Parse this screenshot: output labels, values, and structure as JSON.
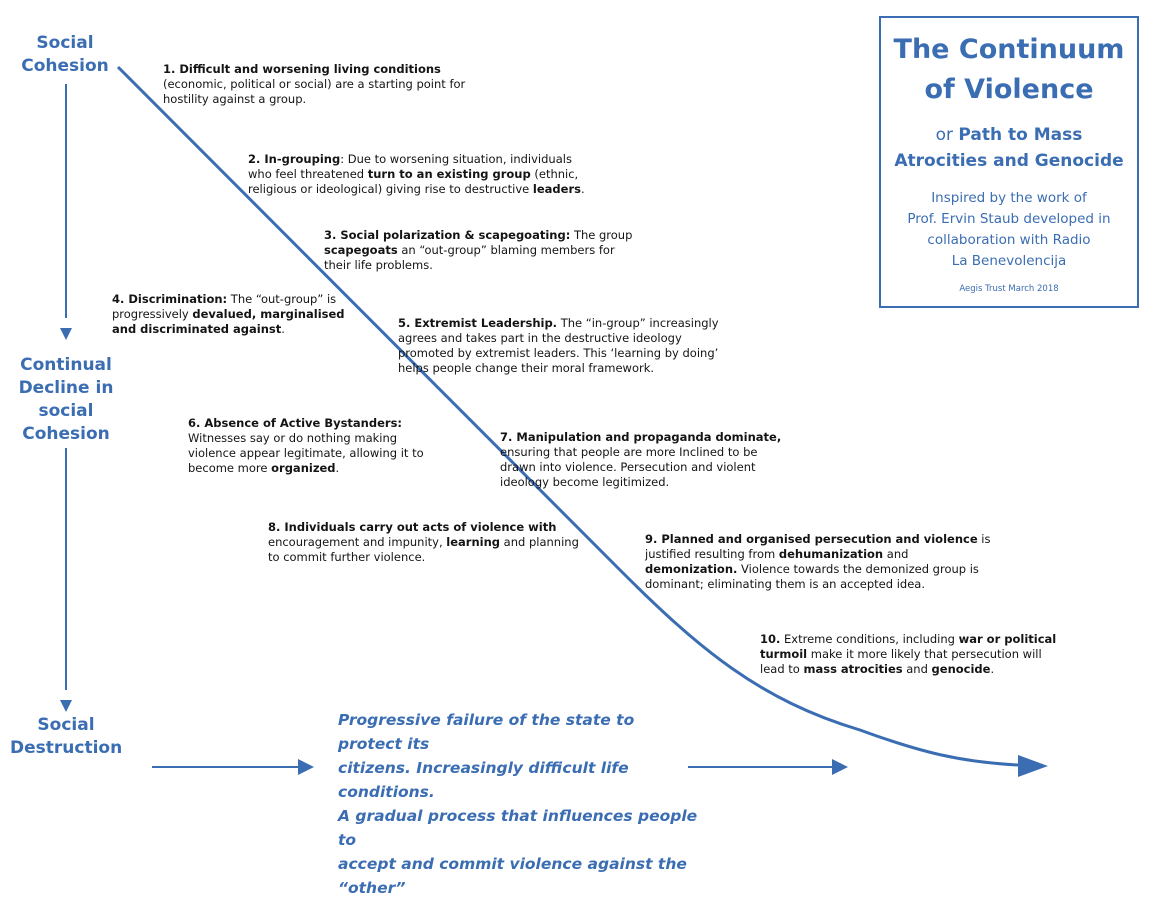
{
  "axis": {
    "top": [
      "Social",
      "Cohesion"
    ],
    "middle": [
      "Continual",
      "Decline in",
      "social",
      "Cohesion"
    ],
    "bottom": [
      "Social",
      "Destruction"
    ]
  },
  "title_box": {
    "title_line1": "The Continuum",
    "title_line2": "of Violence",
    "or": "or",
    "subtitle_line1": "Path to Mass",
    "subtitle_line2": "Atrocities and Genocide",
    "inspired_lines": [
      "Inspired by the work of",
      "Prof. Ervin Staub developed in",
      "collaboration with Radio",
      "La Benevolencija"
    ],
    "credit": "Aegis Trust March 2018"
  },
  "steps": [
    {
      "lines": [
        [
          [
            "1. Difficult and worsening living conditions",
            true
          ]
        ],
        [
          [
            "(economic, political or social) are a starting point for",
            false
          ]
        ],
        [
          [
            "hostility against a group.",
            false
          ]
        ]
      ]
    },
    {
      "lines": [
        [
          [
            "2. In-grouping",
            true
          ],
          [
            ": Due to worsening situation, individuals",
            false
          ]
        ],
        [
          [
            "who feel threatened ",
            false
          ],
          [
            "turn to an existing group",
            true
          ],
          [
            " (ethnic,",
            false
          ]
        ],
        [
          [
            "religious or ideological) giving rise to destructive ",
            false
          ],
          [
            "leaders",
            true
          ],
          [
            ".",
            false
          ]
        ]
      ]
    },
    {
      "lines": [
        [
          [
            "3. Social polarization & scapegoating:",
            true
          ],
          [
            " The group",
            false
          ]
        ],
        [
          [
            "scapegoats",
            true
          ],
          [
            " an “out-group” blaming members for",
            false
          ]
        ],
        [
          [
            "their life problems.",
            false
          ]
        ]
      ]
    },
    {
      "lines": [
        [
          [
            "4. Discrimination:",
            true
          ],
          [
            " The “out-group” is",
            false
          ]
        ],
        [
          [
            "progressively ",
            false
          ],
          [
            "devalued, marginalised",
            true
          ]
        ],
        [
          [
            "and discriminated against",
            true
          ],
          [
            ".",
            false
          ]
        ]
      ]
    },
    {
      "lines": [
        [
          [
            "5. Extremist Leadership.",
            true
          ],
          [
            " The “in-group” increasingly",
            false
          ]
        ],
        [
          [
            "agrees and takes part in the destructive ideology",
            false
          ]
        ],
        [
          [
            "promoted by extremist leaders. This ‘learning by doing’",
            false
          ]
        ],
        [
          [
            "helps people change their moral framework.",
            false
          ]
        ]
      ]
    },
    {
      "lines": [
        [
          [
            "6. Absence of Active Bystanders:",
            true
          ]
        ],
        [
          [
            "Witnesses say or do nothing making",
            false
          ]
        ],
        [
          [
            "violence appear legitimate, allowing it to",
            false
          ]
        ],
        [
          [
            "become more ",
            false
          ],
          [
            "organized",
            true
          ],
          [
            ".",
            false
          ]
        ]
      ]
    },
    {
      "lines": [
        [
          [
            "7. Manipulation and propaganda dominate,",
            true
          ]
        ],
        [
          [
            "ensuring that people are more Inclined to be",
            false
          ]
        ],
        [
          [
            "drawn into violence. Persecution and violent",
            false
          ]
        ],
        [
          [
            "ideology become legitimized.",
            false
          ]
        ]
      ]
    },
    {
      "lines": [
        [
          [
            "8. Individuals carry out acts of violence with",
            true
          ]
        ],
        [
          [
            "encouragement and impunity, ",
            false
          ],
          [
            "learning",
            true
          ],
          [
            " and planning",
            false
          ]
        ],
        [
          [
            "to commit further violence.",
            false
          ]
        ]
      ]
    },
    {
      "lines": [
        [
          [
            "9. Planned and organised persecution and violence",
            true
          ],
          [
            " is",
            false
          ]
        ],
        [
          [
            "justified resulting from ",
            false
          ],
          [
            "dehumanization",
            true
          ],
          [
            " and",
            false
          ]
        ],
        [
          [
            "demonization.",
            true
          ],
          [
            " Violence towards the demonized group is",
            false
          ]
        ],
        [
          [
            "dominant; eliminating them is an accepted idea.",
            false
          ]
        ]
      ]
    },
    {
      "lines": [
        [
          [
            "10.",
            true
          ],
          [
            " Extreme conditions, including ",
            false
          ],
          [
            "war or political",
            true
          ]
        ],
        [
          [
            "turmoil",
            true
          ],
          [
            " make it more likely that persecution will",
            false
          ]
        ],
        [
          [
            "lead to ",
            false
          ],
          [
            "mass atrocities",
            true
          ],
          [
            " and ",
            false
          ],
          [
            "genocide",
            true
          ],
          [
            ".",
            false
          ]
        ]
      ]
    }
  ],
  "bottom_note": [
    "Progressive failure of the state to protect its",
    "citizens. Increasingly difficult life conditions.",
    "A gradual process that influences people to",
    "accept and commit violence against the “other”"
  ],
  "colors": {
    "accent": "#3b6db3",
    "text": "#141414"
  }
}
